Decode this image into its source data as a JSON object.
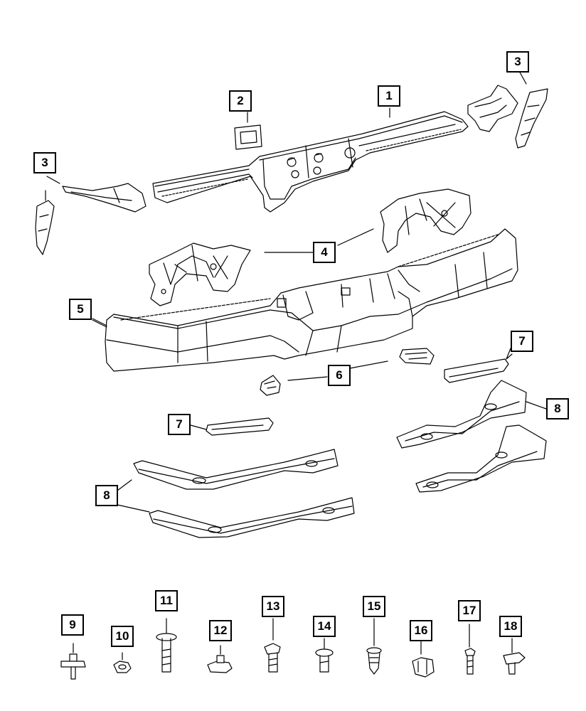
{
  "callouts": {
    "c1": "1",
    "c2": "2",
    "c3a": "3",
    "c3b": "3",
    "c4": "4",
    "c5": "5",
    "c6": "6",
    "c7a": "7",
    "c7b": "7",
    "c8a": "8",
    "c8b": "8",
    "c9": "9",
    "c10": "10",
    "c11": "11",
    "c12": "12",
    "c13": "13",
    "c14": "14",
    "c15": "15",
    "c16": "16",
    "c17": "17",
    "c18": "18"
  }
}
